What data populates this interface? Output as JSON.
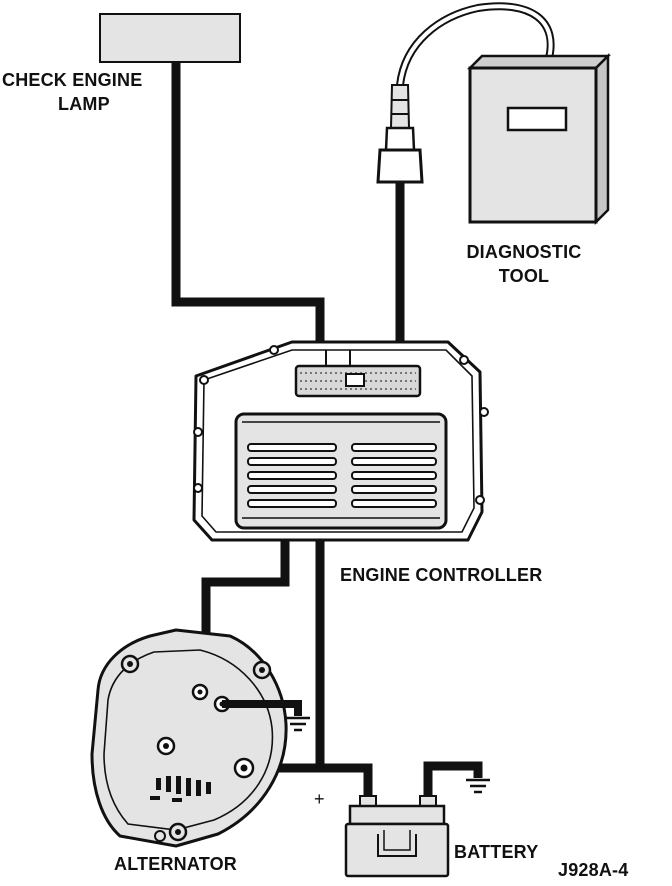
{
  "labels": {
    "check_engine_lamp_line1": "CHECK ENGINE",
    "check_engine_lamp_line2": "LAMP",
    "diagnostic_tool_line1": "DIAGNOSTIC",
    "diagnostic_tool_line2": "TOOL",
    "engine_controller": "ENGINE CONTROLLER",
    "alternator": "ALTERNATOR",
    "battery": "BATTERY",
    "plus_sign": "+",
    "figure_code": "J928A-4"
  },
  "colors": {
    "ink": "#111111",
    "component_fill": "#e4e4e4",
    "background": "#ffffff"
  }
}
